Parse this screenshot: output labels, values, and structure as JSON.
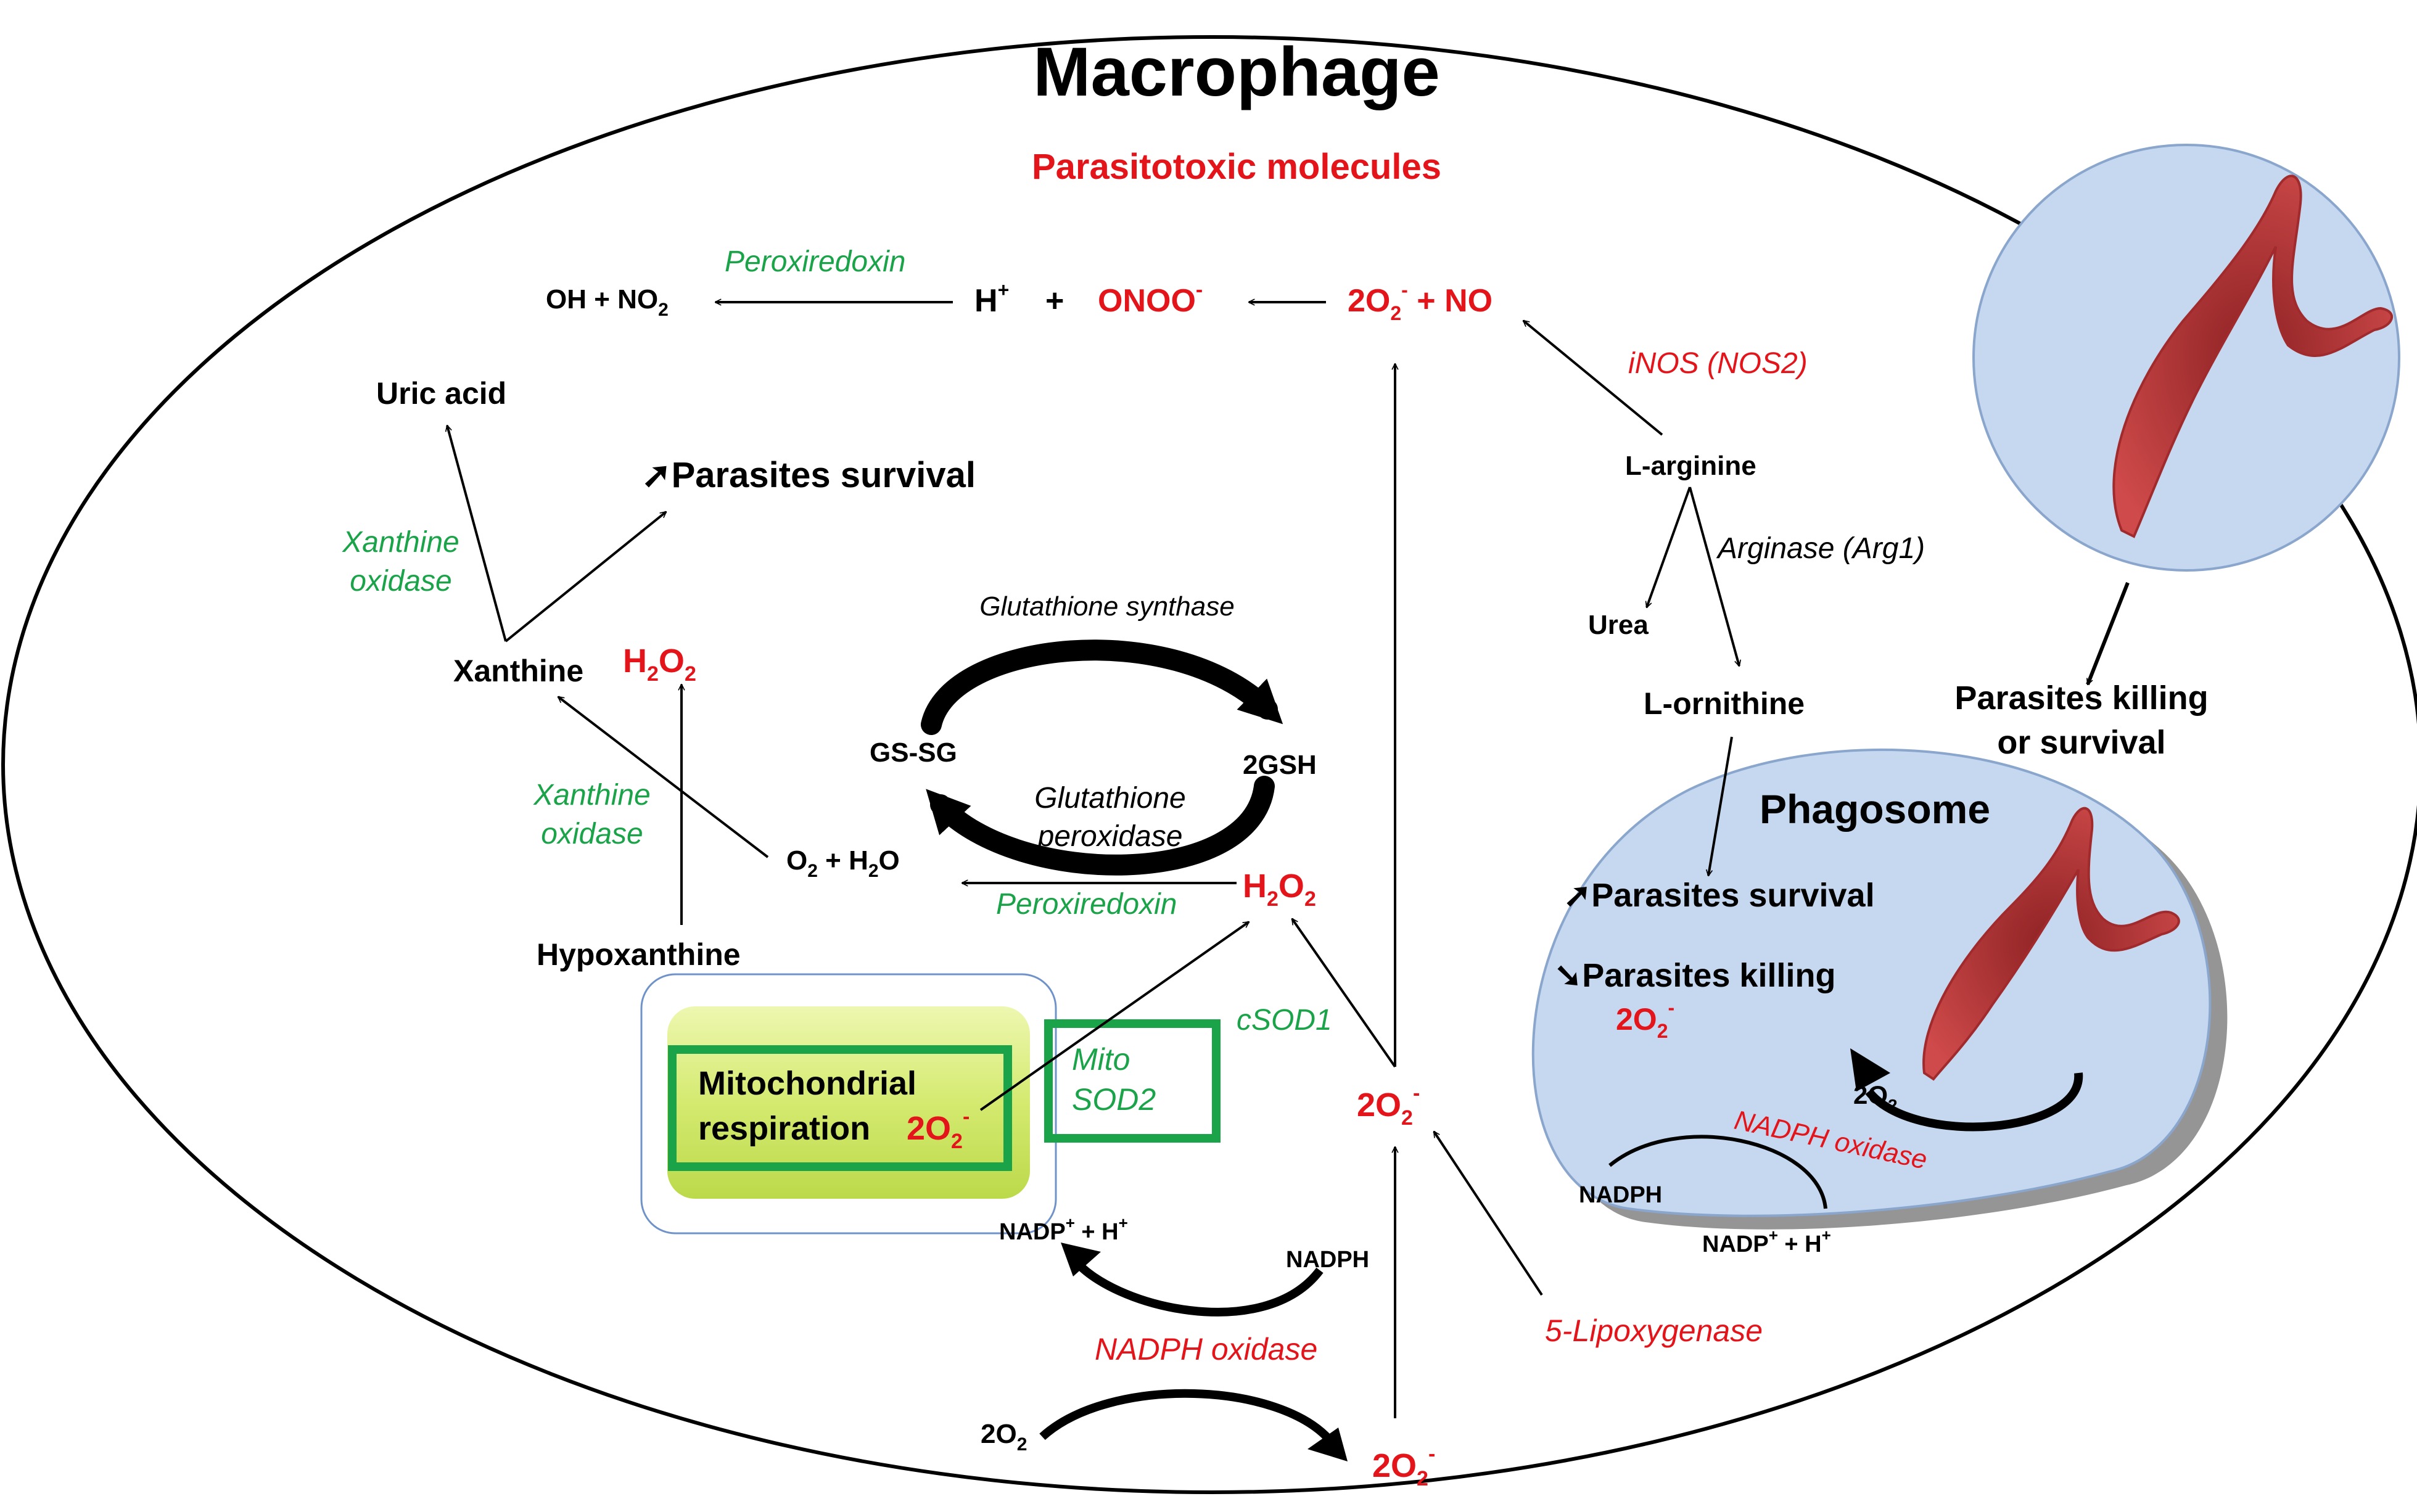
{
  "title": "Macrophage",
  "subtitle": "Parasitotoxic molecules",
  "colors": {
    "red": "#e3151b",
    "green": "#1ba34a",
    "phagosome_fill": "#c5d8f0",
    "mito_fill": "#d8ec7c",
    "mito_border": "#1ba34a",
    "parasite": "#c0393a"
  },
  "labels": {
    "oh_no2": "OH + NO",
    "no2_sub": "2",
    "h_plus": "H",
    "h_plus_sup": "+",
    "plus_sign": "+",
    "onoo": "ONOO",
    "onoo_sup": "-",
    "o2_no": "2O",
    "o2_no_sub": "2",
    "o2_no_sup": "-",
    "o2_no_tail": " + NO",
    "peroxiredoxin_top": "Peroxiredoxin",
    "inos": "iNOS (NOS2)",
    "uric_acid": "Uric acid",
    "parasites_survival_main": "Parasites survival",
    "xanthine_oxidase_1a": "Xanthine",
    "xanthine_oxidase_1b": "oxidase",
    "xanthine": "Xanthine",
    "h2o2_left": "H",
    "h2o2_left_sub1": "2",
    "h2o2_left_o": "O",
    "h2o2_left_sub2": "2",
    "glutathione_synthase": "Glutathione synthase",
    "gs_sg": "GS-SG",
    "two_gsh": "2GSH",
    "glutathione_peroxidase_a": "Glutathione",
    "glutathione_peroxidase_b": "peroxidase",
    "xanthine_oxidase_2a": "Xanthine",
    "xanthine_oxidase_2b": "oxidase",
    "o2_h2o": "O",
    "o2_h2o_sub1": "2",
    "o2_h2o_mid": " + H",
    "o2_h2o_sub2": "2",
    "o2_h2o_end": "O",
    "peroxiredoxin_mid": "Peroxiredoxin",
    "h2o2_mid": "H",
    "h2o2_mid_sub1": "2",
    "h2o2_mid_o": "O",
    "h2o2_mid_sub2": "2",
    "hypoxanthine": "Hypoxanthine",
    "mito_line1": "Mitochondrial",
    "mito_line2": "respiration",
    "mito_o2": "2O",
    "mito_o2_sub": "2",
    "mito_o2_sup": "-",
    "mito_sod2_a": "Mito",
    "mito_sod2_b": "SOD2",
    "csod1": "cSOD1",
    "o2_center": "2O",
    "o2_center_sub": "2",
    "o2_center_sup": "-",
    "nadp_left": "NADP",
    "nadp_left_sup": "+",
    "nadp_left_tail": " + H",
    "nadp_left_sup2": "+",
    "nadph_left": "NADPH",
    "nadph_oxidase_bottom": "NADPH oxidase",
    "lipoxygenase": "5-Lipoxygenase",
    "o2_bottom_left": "2O",
    "o2_bottom_left_sub": "2",
    "o2_bottom_right": "2O",
    "o2_bottom_right_sub": "2",
    "o2_bottom_right_sup": "-",
    "l_arginine": "L-arginine",
    "arginase": "Arginase (Arg1)",
    "urea": "Urea",
    "l_ornithine": "L-ornithine",
    "parasites_killing_or_survival_a": "Parasites killing",
    "parasites_killing_or_survival_b": "or survival",
    "phagosome": "Phagosome",
    "phago_survival": "Parasites survival",
    "phago_killing": "Parasites killing",
    "phago_o2": "2O",
    "phago_o2_sub": "2",
    "phago_o2_sup": "-",
    "phago_2o2": "2O",
    "phago_2o2_sub": "2",
    "phago_nadph_oxidase": "NADPH oxidase",
    "nadph_right": "NADPH",
    "nadp_right": "NADP",
    "nadp_right_sup": "+",
    "nadp_right_tail": " + H",
    "nadp_right_sup2": "+"
  }
}
